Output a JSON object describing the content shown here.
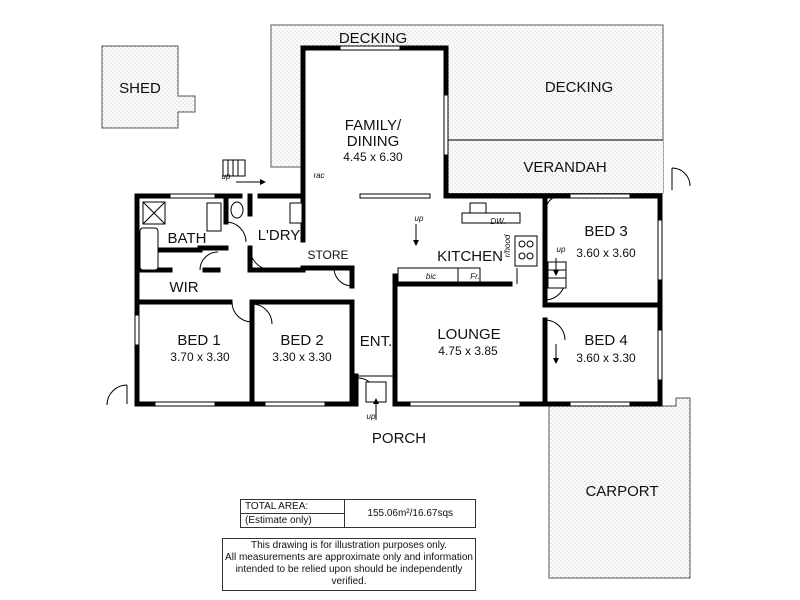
{
  "labels": {
    "shed": "SHED",
    "decking_top": "DECKING",
    "decking_right": "DECKING",
    "verandah": "VERANDAH",
    "family_title": "FAMILY/",
    "family_title2": "DINING",
    "family_dims": "4.45 x 6.30",
    "rac": "rac",
    "up_back": "up",
    "up_family": "up",
    "up_porch": "up",
    "up_bed3": "up",
    "dw": "DW.",
    "rhood": "r/hood",
    "kitchen": "KITCHEN",
    "bic": "bic",
    "fr": "Fr.",
    "store": "STORE",
    "bath": "BATH",
    "ldry": "L'DRY",
    "wir": "WIR",
    "bed1": "BED 1",
    "bed1_dims": "3.70 x 3.30",
    "bed2": "BED 2",
    "bed2_dims": "3.30 x 3.30",
    "ent": "ENT.",
    "lounge": "LOUNGE",
    "lounge_dims": "4.75 x 3.85",
    "bed3": "BED 3",
    "bed3_dims": "3.60 x 3.60",
    "bed4": "BED 4",
    "bed4_dims": "3.60 x 3.30",
    "porch": "PORCH",
    "carport": "CARPORT"
  },
  "area_table": {
    "label_line1": "TOTAL AREA:",
    "label_line2": "(Estimate only)",
    "value": "155.06m²/16.67sqs"
  },
  "disclaimer": {
    "line1": "This drawing is for illustration purposes only.",
    "line2": "All measurements are approximate only and information",
    "line3": "intended to be relied upon should be independently verified."
  }
}
